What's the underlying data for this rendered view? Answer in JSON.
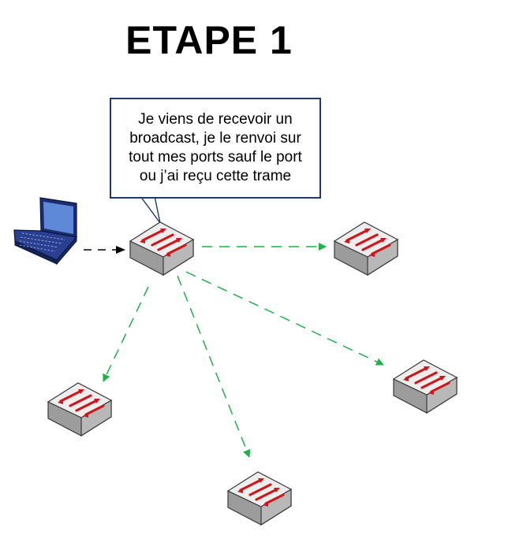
{
  "title": "ETAPE 1",
  "callout": {
    "lines": [
      "Je viens de recevoir un",
      "broadcast, je le renvoi sur",
      "tout mes ports sauf le port",
      "ou j’ai reçu cette trame"
    ]
  },
  "colors": {
    "callout_border": "#1f3a68",
    "broadcast_arrow": "#1fb14a",
    "incoming_arrow": "#000000",
    "switch_arrow": "#d0161b",
    "switch_body": "#e6e6e6",
    "laptop_body": "#2a3f8f"
  },
  "icons": {
    "source": "laptop-icon",
    "device": "network-switch-icon"
  }
}
